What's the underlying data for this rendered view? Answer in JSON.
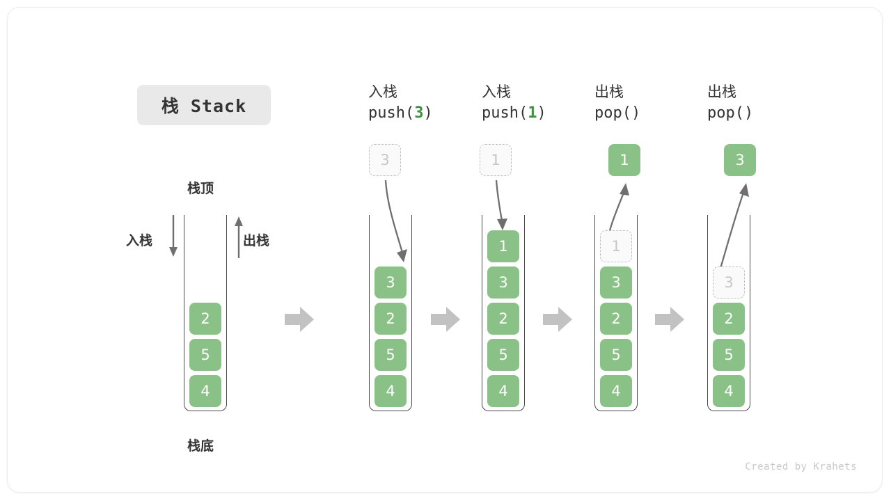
{
  "title": {
    "text": "栈 Stack"
  },
  "labels": {
    "top": "栈顶",
    "bottom": "栈底",
    "push": "入栈",
    "pop": "出栈"
  },
  "credit": "Created by Krahets",
  "colors": {
    "element_fill": "#89c187",
    "element_text": "#ffffff",
    "ghost_fill": "#fafafa",
    "ghost_border": "#bfbfbf",
    "ghost_text": "#c6c6c6",
    "container_stroke": "#4a4a4a",
    "arrow_grey": "#6f6f6f",
    "step_arrow": "#c2c2c2",
    "accent_green": "#3f9142",
    "title_chip_bg": "#e9e9e9",
    "text": "#333333"
  },
  "columns": [
    {
      "id": "initial",
      "head_cn": "",
      "head_code": "",
      "head_arg": "",
      "floating": null,
      "items": [
        {
          "value": "2",
          "state": "solid"
        },
        {
          "value": "5",
          "state": "solid"
        },
        {
          "value": "4",
          "state": "solid"
        }
      ]
    },
    {
      "id": "push-3",
      "head_cn": "入栈",
      "head_code_pre": "push(",
      "head_arg": "3",
      "head_code_post": ")",
      "floating": {
        "value": "3",
        "state": "ghost"
      },
      "arrow_dir": "down",
      "items": [
        {
          "value": "3",
          "state": "solid"
        },
        {
          "value": "2",
          "state": "solid"
        },
        {
          "value": "5",
          "state": "solid"
        },
        {
          "value": "4",
          "state": "solid"
        }
      ]
    },
    {
      "id": "push-1",
      "head_cn": "入栈",
      "head_code_pre": "push(",
      "head_arg": "1",
      "head_code_post": ")",
      "floating": {
        "value": "1",
        "state": "ghost"
      },
      "arrow_dir": "down",
      "items": [
        {
          "value": "1",
          "state": "solid"
        },
        {
          "value": "3",
          "state": "solid"
        },
        {
          "value": "2",
          "state": "solid"
        },
        {
          "value": "5",
          "state": "solid"
        },
        {
          "value": "4",
          "state": "solid"
        }
      ]
    },
    {
      "id": "pop-1",
      "head_cn": "出栈",
      "head_code_pre": "pop(",
      "head_arg": "",
      "head_code_post": ")",
      "floating": {
        "value": "1",
        "state": "solid"
      },
      "arrow_dir": "up",
      "items": [
        {
          "value": "1",
          "state": "ghost"
        },
        {
          "value": "3",
          "state": "solid"
        },
        {
          "value": "2",
          "state": "solid"
        },
        {
          "value": "5",
          "state": "solid"
        },
        {
          "value": "4",
          "state": "solid"
        }
      ]
    },
    {
      "id": "pop-3",
      "head_cn": "出栈",
      "head_code_pre": "pop(",
      "head_arg": "",
      "head_code_post": ")",
      "floating": {
        "value": "3",
        "state": "solid"
      },
      "arrow_dir": "up",
      "items": [
        {
          "value": "3",
          "state": "ghost"
        },
        {
          "value": "2",
          "state": "solid"
        },
        {
          "value": "5",
          "state": "solid"
        },
        {
          "value": "4",
          "state": "solid"
        }
      ]
    }
  ]
}
